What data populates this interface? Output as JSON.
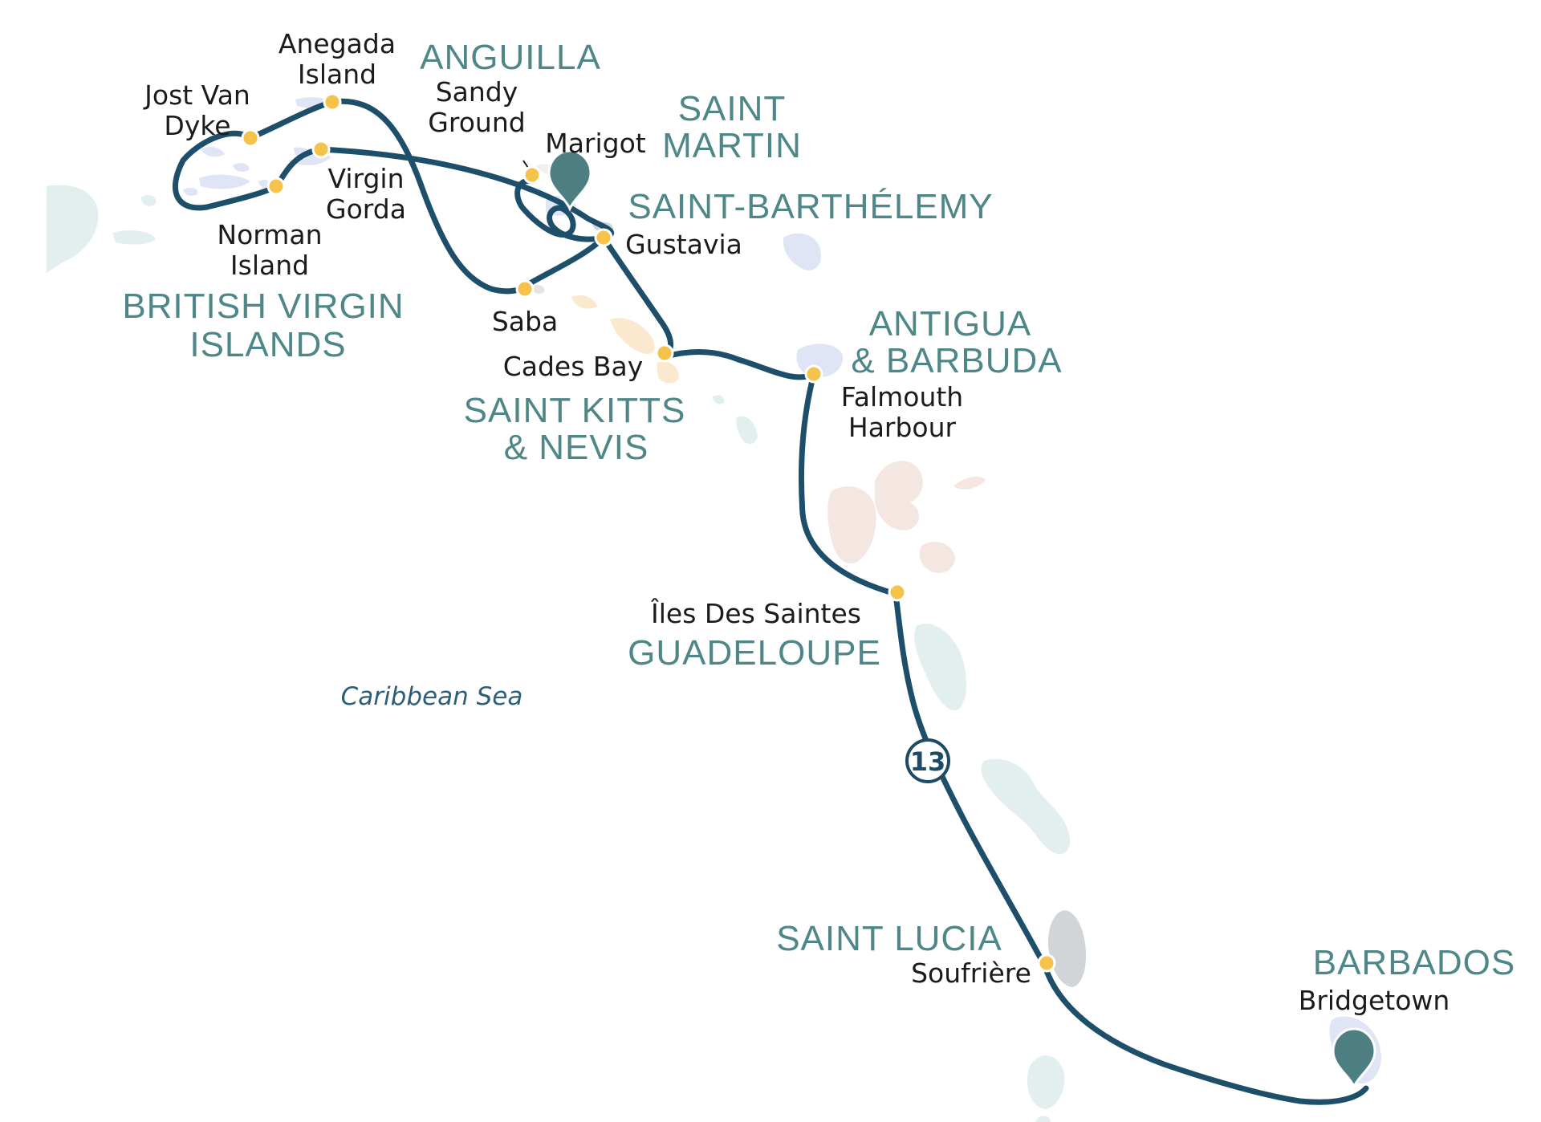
{
  "countries": {
    "anguilla": "ANGUILLA",
    "saint_martin": [
      "SAINT",
      "MARTIN"
    ],
    "saint_barthelemy": "SAINT-BARTHÉLEMY",
    "british_virgin_islands": [
      "BRITISH VIRGIN",
      "ISLANDS"
    ],
    "antigua_barbuda": [
      "ANTIGUA",
      "& BARBUDA"
    ],
    "saint_kitts_nevis": [
      "SAINT KITTS",
      "& NEVIS"
    ],
    "guadeloupe": "GUADELOUPE",
    "saint_lucia": "SAINT LUCIA",
    "barbados": "BARBADOS"
  },
  "ports": {
    "anegada": [
      "Anegada",
      "Island"
    ],
    "jost_van_dyke": [
      "Jost Van",
      "Dyke"
    ],
    "sandy_ground": [
      "Sandy",
      "Ground"
    ],
    "marigot": "Marigot",
    "virgin_gorda": [
      "Virgin",
      "Gorda"
    ],
    "norman_island": [
      "Norman",
      "Island"
    ],
    "gustavia": "Gustavia",
    "saba": "Saba",
    "cades_bay": "Cades Bay",
    "falmouth_harbour": [
      "Falmouth",
      "Harbour"
    ],
    "iles_des_saintes": "Îles Des Saintes",
    "soufriere": "Soufrière",
    "bridgetown": "Bridgetown"
  },
  "sea_label": "Caribbean Sea",
  "day_badge": "13",
  "colors": {
    "route": "#1d4f6b",
    "stop": "#f5c24a",
    "country_label": "#4f8788",
    "pin": "#4d7f82"
  },
  "icons": {
    "start_marker": "map-pin-icon",
    "end_marker": "map-pin-icon"
  }
}
